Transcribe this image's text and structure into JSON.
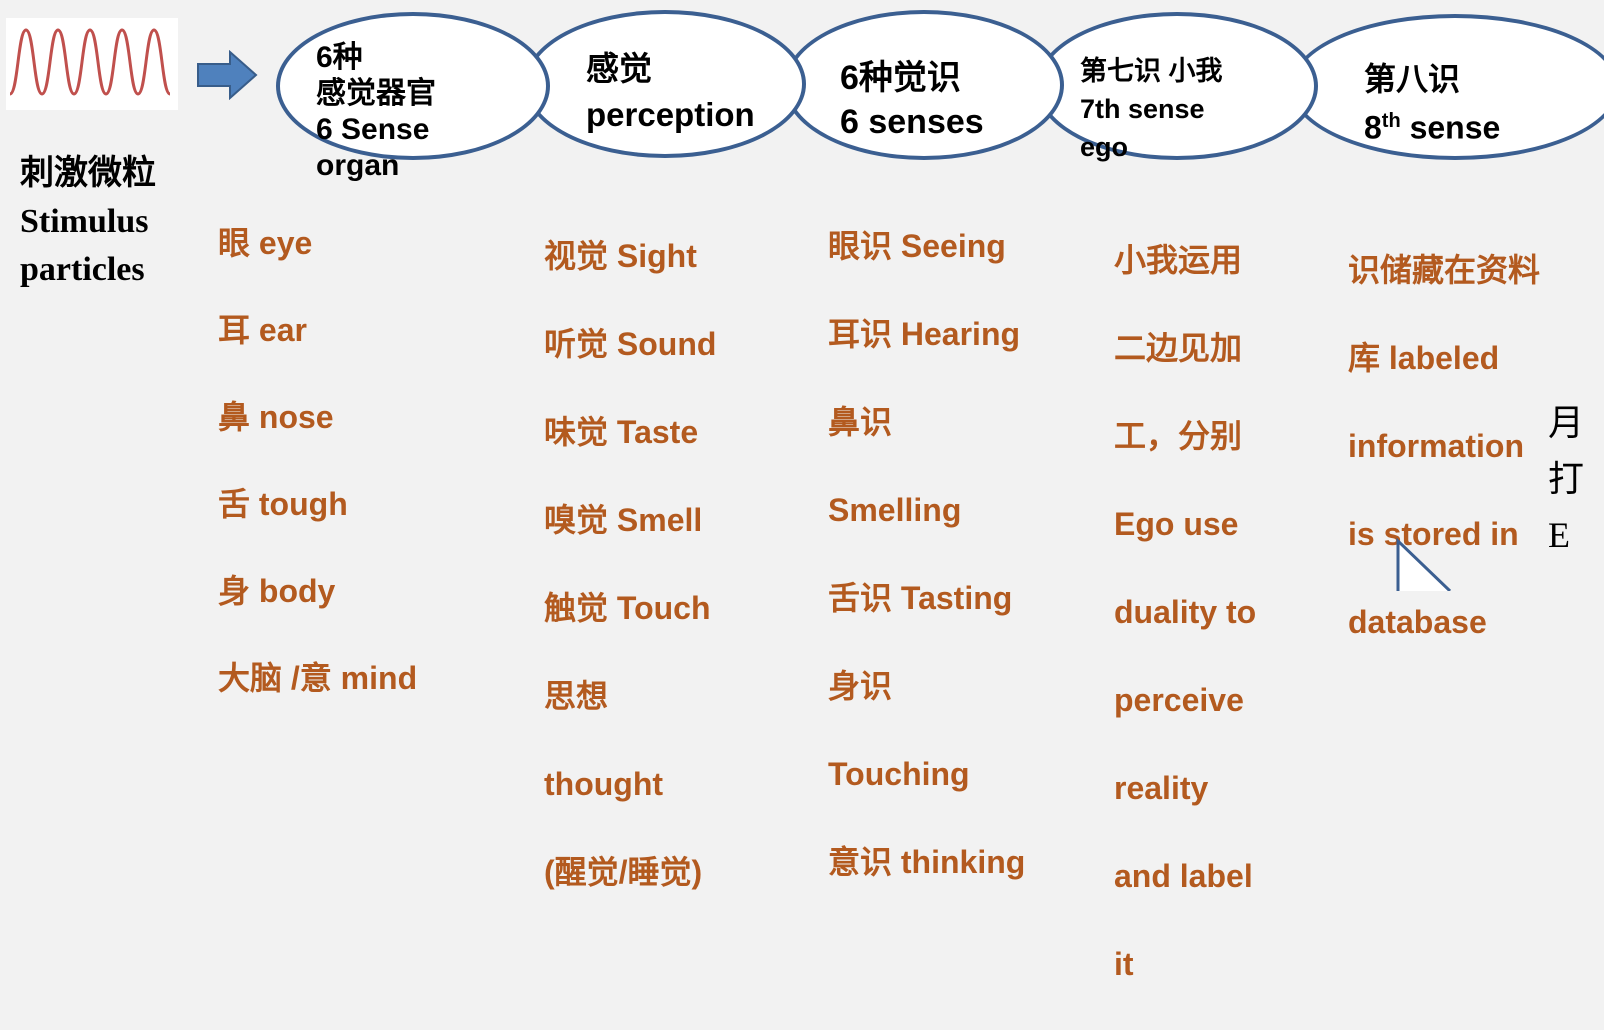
{
  "stimulus": {
    "label": "刺激微粒\nStimulus\nparticles"
  },
  "stages": [
    {
      "label": "6种\n感觉器官\n6 Sense\norgan"
    },
    {
      "label": "感觉\nperception"
    },
    {
      "label": "6种觉识\n 6 senses"
    },
    {
      "label": "第七识 小我\n7th sense\nego"
    },
    {
      "label_main": "第八识\n8",
      "label_sup": "th",
      "label_tail": " sense"
    }
  ],
  "columns": {
    "organs": [
      "眼  eye",
      "耳 ear",
      "鼻 nose",
      "舌 tough",
      "身 body",
      "大脑 /意 mind"
    ],
    "perception": [
      "视觉  Sight",
      "听觉  Sound",
      "味觉  Taste",
      "嗅觉  Smell",
      "触觉  Touch",
      "思想",
      "thought",
      "(醒觉/睡觉)"
    ],
    "senses": [
      "眼识 Seeing",
      "耳识 Hearing",
      "鼻识",
      "Smelling",
      "舌识 Tasting",
      "身识",
      "Touching",
      "意识 thinking"
    ],
    "ego": [
      "小我运用",
      "二边见加",
      "工，分别",
      "Ego use",
      "duality to",
      "perceive",
      "reality",
      "and label",
      "it"
    ],
    "database": [
      "识储藏在资料",
      "库 labeled",
      "information",
      "is stored in",
      "database"
    ]
  },
  "cut_off_text": "月\n打\nE",
  "colors": {
    "ellipse_border": "#3b5f91",
    "arrow_fill": "#4f81bd",
    "column_text": "#b35a1f",
    "wave": "#c0504d"
  },
  "icons": {
    "wave": "sine-wave-icon",
    "arrow": "right-arrow-icon"
  }
}
